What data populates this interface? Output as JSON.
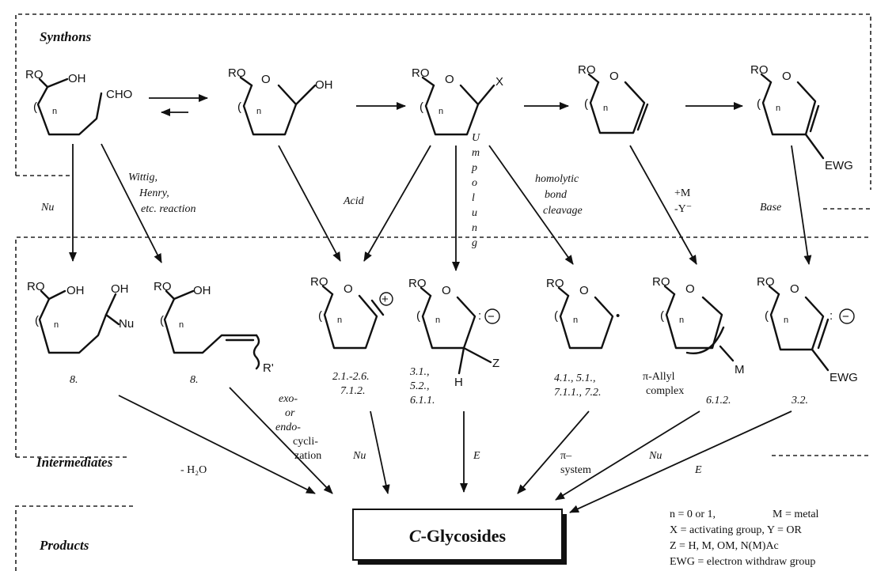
{
  "sections": {
    "synthons": "Synthons",
    "intermediates": "Intermediates",
    "products": "Products"
  },
  "product": {
    "prefix": "C",
    "suffix": "-Glycosides"
  },
  "atoms": {
    "ro": "RO",
    "oh": "OH",
    "o": "O",
    "cho": "CHO",
    "x": "X",
    "ewg": "EWG",
    "nu": "Nu",
    "r_prime": "R'",
    "z": "Z",
    "h": "H",
    "m": "M",
    "n": "n",
    "paren": "(",
    "plus": "+",
    "minus": "−",
    "colon": ":",
    "dot": "•"
  },
  "synthon_arrows": {
    "nu": "Nu",
    "wittig_1": "Wittig,",
    "wittig_2": "Henry,",
    "wittig_3": "etc. reaction",
    "acid": "Acid",
    "umpolung": [
      "U",
      "m",
      "p",
      "o",
      "l",
      "u",
      "n",
      "g"
    ],
    "homo_1": "homolytic",
    "homo_2": "bond",
    "homo_3": "cleavage",
    "metal_1": "+M",
    "metal_2": "-Y⁻",
    "base": "Base"
  },
  "sections_ref": {
    "i1": "8.",
    "i2": "8.",
    "i3_1": "2.1.-2.6.",
    "i3_2": "7.1.2.",
    "i4_1": "3.1.,",
    "i4_2": "5.2.,",
    "i4_3": "6.1.1.",
    "i5_1": "4.1., 5.1.,",
    "i5_2": "7.1.1., 7.2.",
    "i6_1": "π-Allyl",
    "i6_2": "complex",
    "i6_3": "6.1.2.",
    "i7": "3.2."
  },
  "product_arrows": {
    "water": "- H₂O",
    "exo_1": "exo-",
    "exo_2": "or",
    "exo_3": "endo-",
    "exo_4": "cycli-",
    "exo_5": "zation",
    "nu1": "Nu",
    "e1": "E",
    "pi_1": "π–",
    "pi_2": "system",
    "nu2": "Nu",
    "e2": "E"
  },
  "legend": {
    "line1_a": "n = 0 or 1,",
    "line1_b": "M = metal",
    "line2": "X = activating group, Y = OR",
    "line3": "Z = H, M, OM, N(M)Ac",
    "line4": "EWG = electron withdraw group"
  }
}
